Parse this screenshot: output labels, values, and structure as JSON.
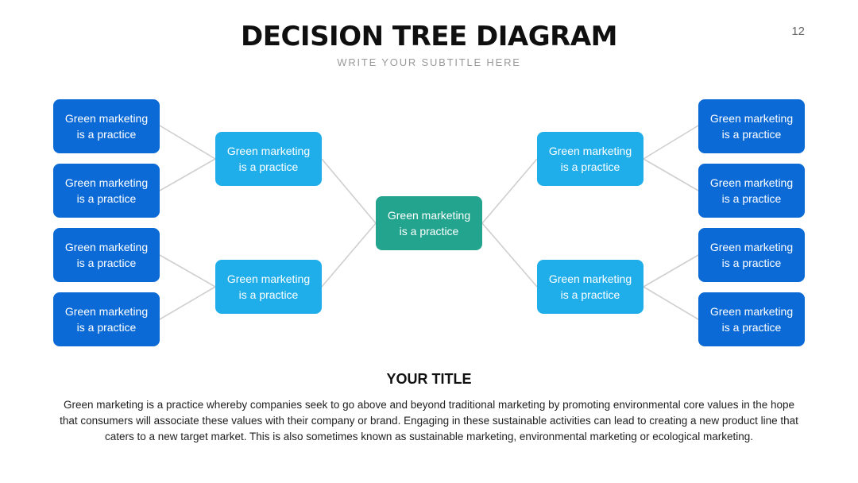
{
  "header": {
    "title": "DECISION TREE DIAGRAM",
    "subtitle": "WRITE YOUR SUBTITLE HERE",
    "page_number": "12"
  },
  "tree": {
    "root": "Green marketing is a practice",
    "left_branches": [
      "Green marketing is a practice",
      "Green marketing is a practice"
    ],
    "right_branches": [
      "Green marketing is a practice",
      "Green marketing is a practice"
    ],
    "left_leaves": [
      "Green marketing is a practice",
      "Green marketing is a practice",
      "Green marketing is a practice",
      "Green marketing is a practice"
    ],
    "right_leaves": [
      "Green marketing is a practice",
      "Green marketing is a practice",
      "Green marketing is a practice",
      "Green marketing is a practice"
    ]
  },
  "colors": {
    "leaf": "#0b6ad6",
    "branch": "#1faeea",
    "root": "#23a48e",
    "connector": "#cfcfcf"
  },
  "footer": {
    "title": "YOUR TITLE",
    "body": "Green marketing is a practice whereby companies seek to go above and beyond traditional marketing by promoting environmental core values in the hope that consumers will associate these values with their company or brand. Engaging in these sustainable activities can lead to creating a new product line that caters to a new target market. This is also sometimes known as sustainable marketing, environmental marketing or ecological marketing."
  }
}
